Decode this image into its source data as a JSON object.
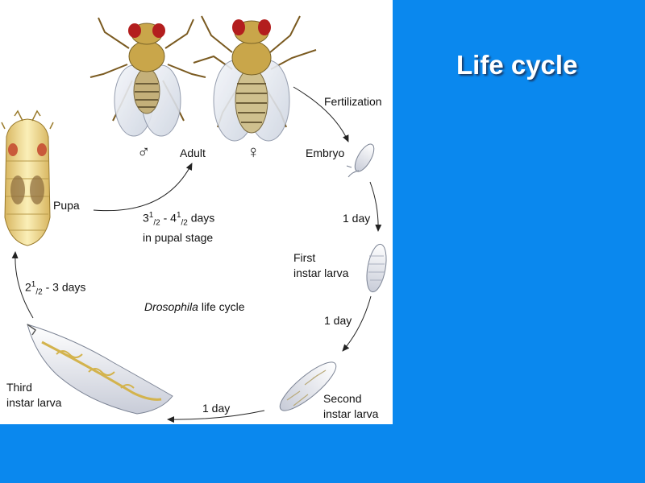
{
  "slide": {
    "title": "Life cycle",
    "colors": {
      "background": "#0a88ee",
      "panel": "#ffffff",
      "title": "#ffffff"
    }
  },
  "diagram": {
    "center_label": {
      "italic": "Drosophila",
      "rest": " life cycle"
    },
    "stages": {
      "adult": "Adult",
      "male_symbol": "♂",
      "female_symbol": "♀",
      "embryo": "Embryo",
      "first_larva": [
        "First",
        "instar larva"
      ],
      "second_larva": [
        "Second",
        "instar larva"
      ],
      "third_larva": [
        "Third",
        "instar larva"
      ],
      "pupa": "Pupa"
    },
    "transitions": {
      "fertilization": "Fertilization",
      "embryo_to_first": "1 day",
      "first_to_second": "1 day",
      "second_to_third": "1 day",
      "third_to_pupa": {
        "a": "2",
        "a_sup": "1",
        "a_sub": "/2",
        "sep": " - 3 days"
      },
      "pupa_to_adult": {
        "a": "3",
        "a_sup": "1",
        "a_sub": "/2",
        "sep": " - 4",
        "b_sup": "1",
        "b_sub": "/2",
        "unit": " days",
        "line2": "in pupal stage"
      }
    },
    "icons": [
      "male-fly-icon",
      "female-fly-icon",
      "embryo-icon",
      "first-instar-larva-icon",
      "second-instar-larva-icon",
      "third-instar-larva-icon",
      "pupa-icon"
    ]
  }
}
